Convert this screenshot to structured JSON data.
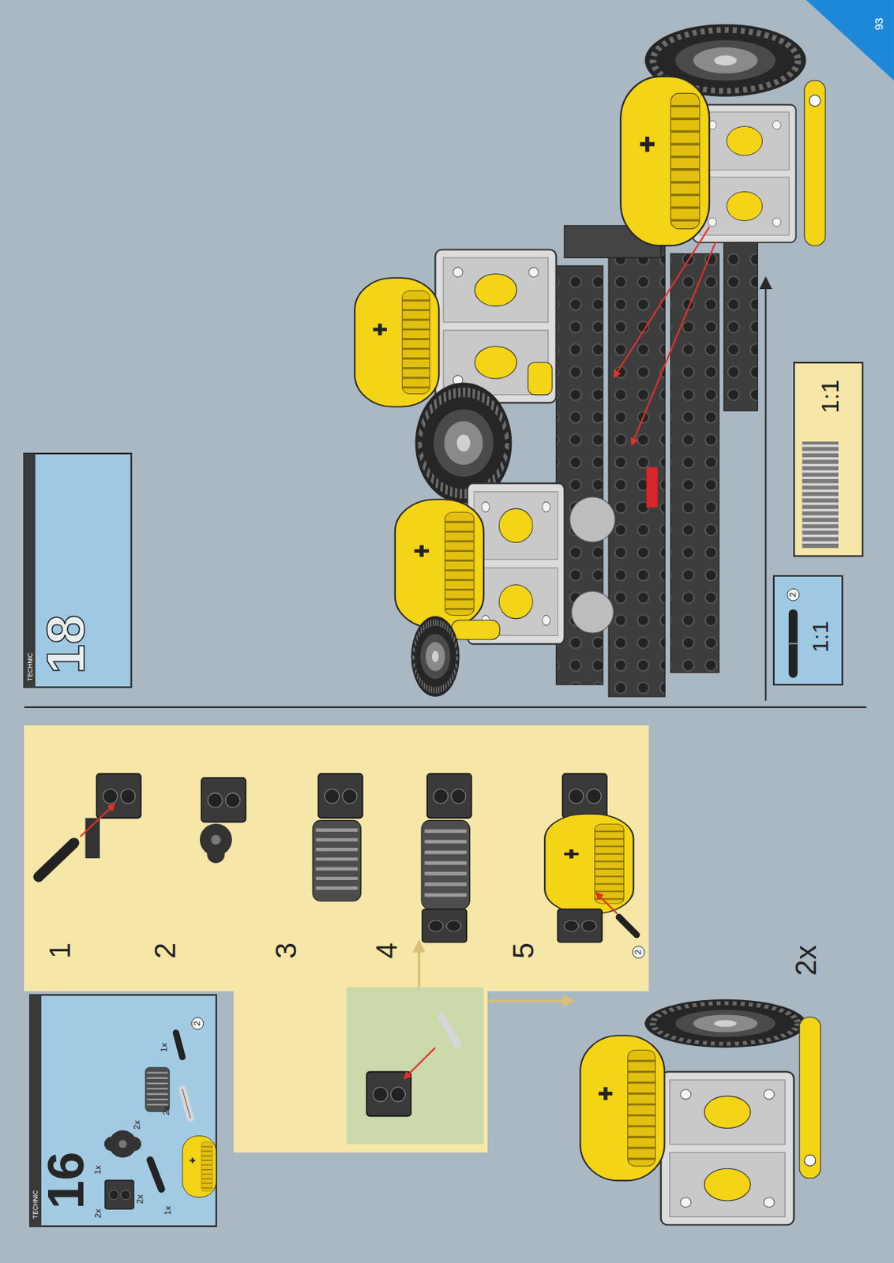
{
  "diagram": {
    "nodes": [
      {
        "text": [
          "16"
        ]
      },
      {
        "text": [
          "18"
        ]
      },
      {
        "text": [
          "1",
          "2",
          "3",
          "4",
          "5"
        ]
      },
      {
        "text": [
          "2",
          "1:1"
        ]
      },
      {
        "text": [
          "1:1"
        ]
      },
      {
        "text": [
          "93"
        ]
      }
    ],
    "labels": [
      "TECHNIC",
      "2",
      "1x",
      "2x",
      "2x",
      "2x",
      "1x",
      "1x",
      "2x",
      "TECHNIC",
      "2",
      "2x"
    ]
  }
}
